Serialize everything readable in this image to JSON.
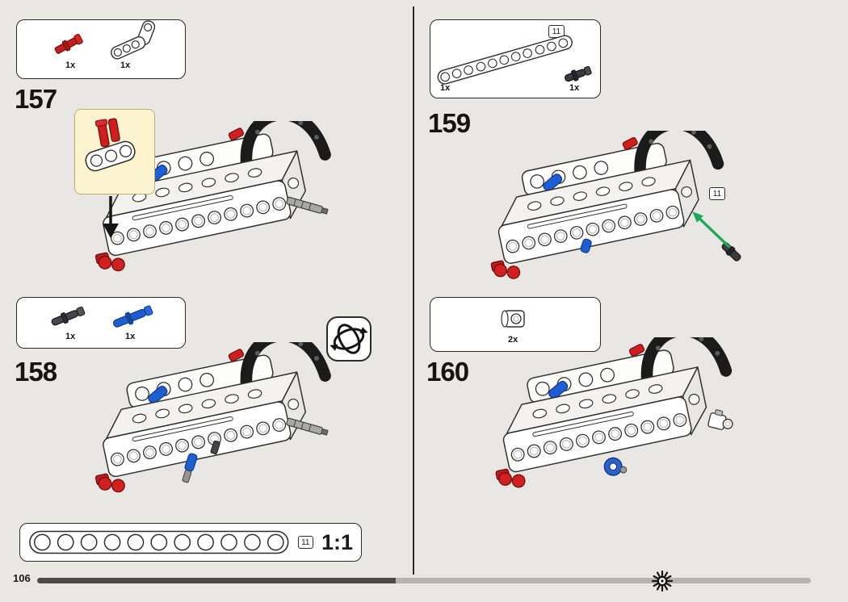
{
  "page_number": "106",
  "steps": {
    "s157": {
      "number": "157",
      "parts": [
        {
          "icon": "red-pin-part-icon",
          "qty": "1x"
        },
        {
          "icon": "white-angled-beam-icon",
          "qty": "1x"
        }
      ]
    },
    "s158": {
      "number": "158",
      "parts": [
        {
          "icon": "dark-gray-pin-icon",
          "qty": "1x"
        },
        {
          "icon": "blue-pin-icon",
          "qty": "1x"
        }
      ]
    },
    "s159": {
      "number": "159",
      "parts": [
        {
          "icon": "white-11-hole-beam-icon",
          "qty": "1x",
          "badge": "11"
        },
        {
          "icon": "black-pin-icon",
          "qty": "1x"
        }
      ],
      "assembly_badge": "11"
    },
    "s160": {
      "number": "160",
      "parts": [
        {
          "icon": "white-axle-connector-icon",
          "qty": "2x"
        }
      ]
    }
  },
  "scale_box": {
    "badge": "11",
    "label": "1:1"
  },
  "colors": {
    "accent_red": "#ce1e1e",
    "accent_blue": "#1e5ed2",
    "arrow_green": "#1fa75c",
    "callout_bg": "#fcf3cf",
    "page_bg": "#e9e7e3"
  }
}
